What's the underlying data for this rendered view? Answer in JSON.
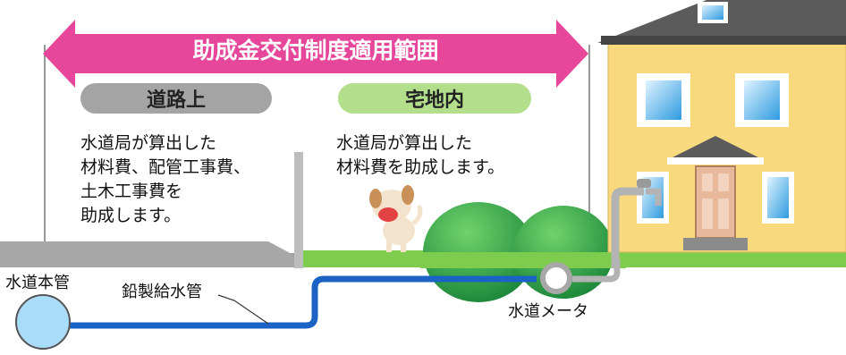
{
  "banner": {
    "label": "助成金交付制度適用範囲"
  },
  "road": {
    "title": "道路上",
    "lines": [
      "水道局が算出した",
      "材料費、配管工事費、",
      "土木工事費を",
      "助成します。"
    ]
  },
  "yard": {
    "title": "宅地内",
    "lines": [
      "水道局が算出した",
      "材料費を助成します。"
    ]
  },
  "labels": {
    "main_pipe": "水道本管",
    "lead_pipe": "鉛製給水管",
    "meter": "水道メータ"
  },
  "colors": {
    "banner": "#e6479a",
    "road_pill": "#a4a4a4",
    "yard_pill": "#b3df8c",
    "pipe": "#1a62c4",
    "main_fill": "#a9dcf8",
    "house": "#f9d97e",
    "roof": "#5b5b5b",
    "lawn": "#7dcc4d",
    "bush": "#2da046"
  }
}
